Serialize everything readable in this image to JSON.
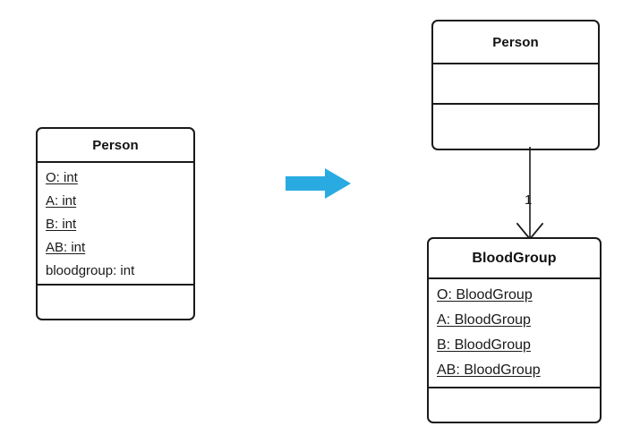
{
  "diagram": {
    "type": "uml-class-diagram",
    "background_color": "#ffffff",
    "line_color": "#1a1a1a",
    "accent_color": "#29abe2",
    "before": {
      "class": {
        "name": "Person",
        "attributes": [
          {
            "text": "O: int",
            "static": true
          },
          {
            "text": "A: int",
            "static": true
          },
          {
            "text": "B: int",
            "static": true
          },
          {
            "text": "AB: int",
            "static": true
          },
          {
            "text": "bloodgroup: int",
            "static": false
          }
        ],
        "operations": []
      }
    },
    "transform": {
      "icon": "right-arrow-icon",
      "color": "#29abe2"
    },
    "after": {
      "classes": [
        {
          "name": "Person",
          "attributes": [],
          "operations": []
        },
        {
          "name": "BloodGroup",
          "attributes": [
            {
              "text": "O: BloodGroup",
              "static": true
            },
            {
              "text": "A: BloodGroup",
              "static": true
            },
            {
              "text": "B: BloodGroup",
              "static": true
            },
            {
              "text": "AB: BloodGroup",
              "static": true
            }
          ],
          "operations": []
        }
      ],
      "association": {
        "from": "Person",
        "to": "BloodGroup",
        "multiplicity_target": "1",
        "arrowhead": "open"
      }
    }
  }
}
